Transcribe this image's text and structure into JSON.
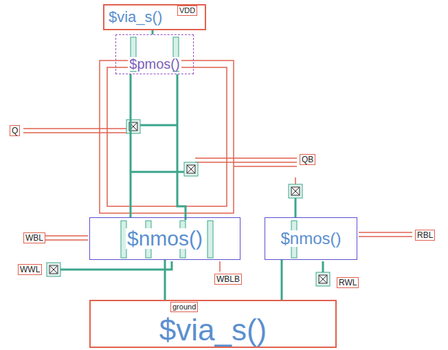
{
  "diagram": {
    "nodes": [
      {
        "text": [
          "$via_s()"
        ]
      },
      {
        "text": [
          "$pmos()"
        ]
      },
      {
        "text": [
          "$nmos()"
        ]
      },
      {
        "text": [
          "$nmos()"
        ]
      },
      {
        "text": [
          "$via_s()"
        ]
      }
    ],
    "edges": [
      {
        "from": 0,
        "to": 1,
        "arrow": "none"
      },
      {
        "from": 1,
        "to": 2,
        "arrow": "none"
      },
      {
        "from": 2,
        "to": 4,
        "arrow": "none"
      },
      {
        "from": 3,
        "to": 4,
        "arrow": "none"
      }
    ],
    "labels": [
      "VDD",
      "Q",
      "QB",
      "RBL",
      "WBL",
      "WWL",
      "WBLB",
      "RWL",
      "ground"
    ]
  }
}
